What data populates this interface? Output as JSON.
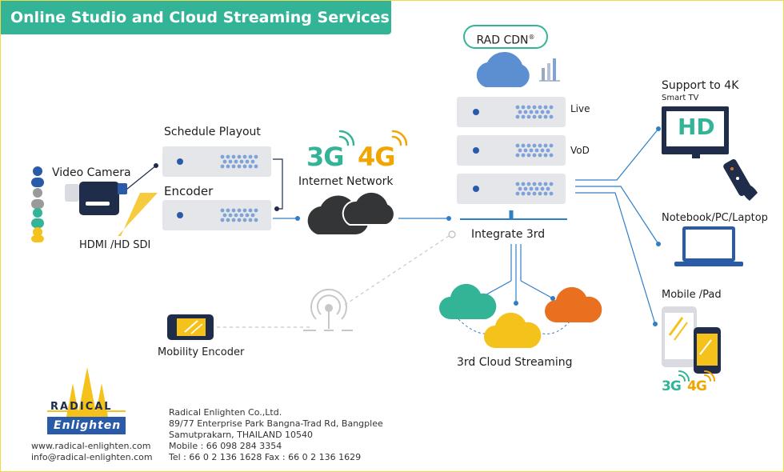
{
  "title": "Online Studio and Cloud Streaming Services",
  "rad_cdn": "RAD CDN",
  "registered_mark": "®",
  "labels": {
    "video_camera": "Video Camera",
    "schedule_playout": "Schedule Playout",
    "encoder": "Encoder",
    "hdmi": "HDMI /HD SDI",
    "internet_network": "Internet Network",
    "live": "Live",
    "vod": "VoD",
    "integrate_3rd": "Integrate 3rd",
    "third_cloud_streaming": "3rd Cloud Streaming",
    "mobility_encoder": "Mobility Encoder",
    "support_4k": "Support to 4K",
    "smart_tv": "Smart TV",
    "hd": "HD",
    "notebook": "Notebook/PC/Laptop",
    "mobile_pad": "Mobile /Pad"
  },
  "network_badge": {
    "g3": "3G",
    "g4": "4G"
  },
  "logo": {
    "line1": "RADICAL",
    "line2": "Enlighten"
  },
  "web": {
    "site": "www.radical-enlighten.com",
    "email": "info@radical-enlighten.com"
  },
  "company": {
    "name": "Radical Enlighten Co.,Ltd.",
    "address1": "89/77 Enterprise Park Bangna-Trad Rd, Bangplee",
    "address2": "Samutprakarn, THAILAND 10540",
    "mobile": "Mobile : 66 098 284 3354",
    "tel_fax": "Tel : 66 0 2 136 1628 Fax : 66 0 2 136 1629"
  },
  "colors": {
    "accent": "#34b497",
    "line_blue": "#2f7fc8",
    "dark_navy": "#1f2d4a",
    "yellow": "#f5c21b",
    "orange": "#e8701e",
    "server": "#e4e6ea"
  },
  "icons": [
    "video-camera-icon",
    "people-icon",
    "server-icon",
    "cloud-icon",
    "bar-chart-icon",
    "antenna-icon",
    "tv-icon",
    "remote-icon",
    "laptop-icon",
    "tablet-icon",
    "phone-icon"
  ]
}
